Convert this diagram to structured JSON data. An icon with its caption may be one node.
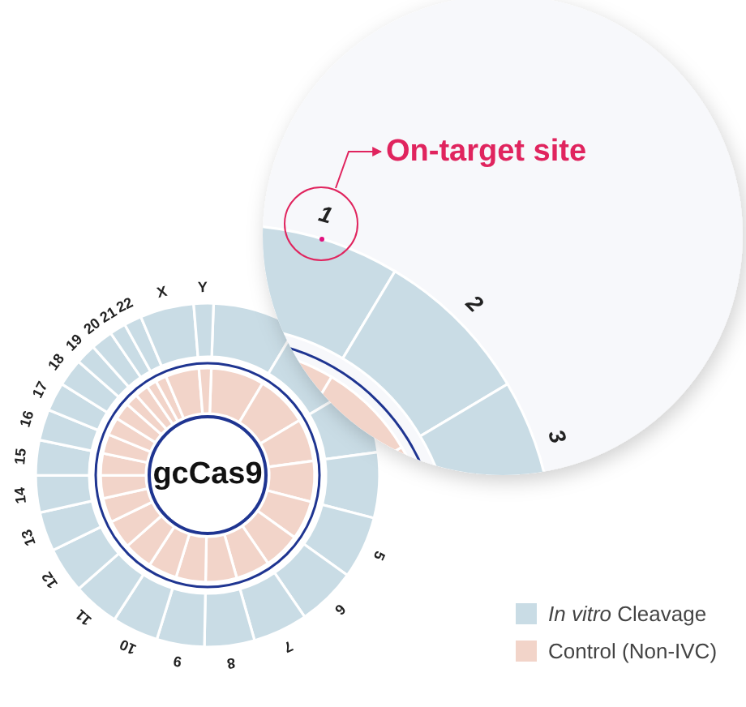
{
  "diagram": {
    "nodes": [
      {
        "text": [
          "On-target site"
        ]
      },
      {
        "text": [],
        "shape": "circle"
      },
      {
        "text": [
          "gcCas9"
        ]
      }
    ],
    "edges": [
      {
        "from": 1,
        "to": 0,
        "arrow": "to"
      }
    ],
    "labels": [
      "1",
      "2",
      "3",
      "5",
      "6",
      "7",
      "8",
      "9",
      "10",
      "11",
      "12",
      "13",
      "14",
      "15",
      "16",
      "17",
      "18",
      "19",
      "20",
      "21",
      "22",
      "X",
      "Y"
    ],
    "legend": [
      {
        "text": "*In vitro* Cleavage",
        "color": "#c9dce5"
      },
      {
        "text": "Control (Non-IVC)",
        "color": "#f2d4c9"
      }
    ]
  }
}
